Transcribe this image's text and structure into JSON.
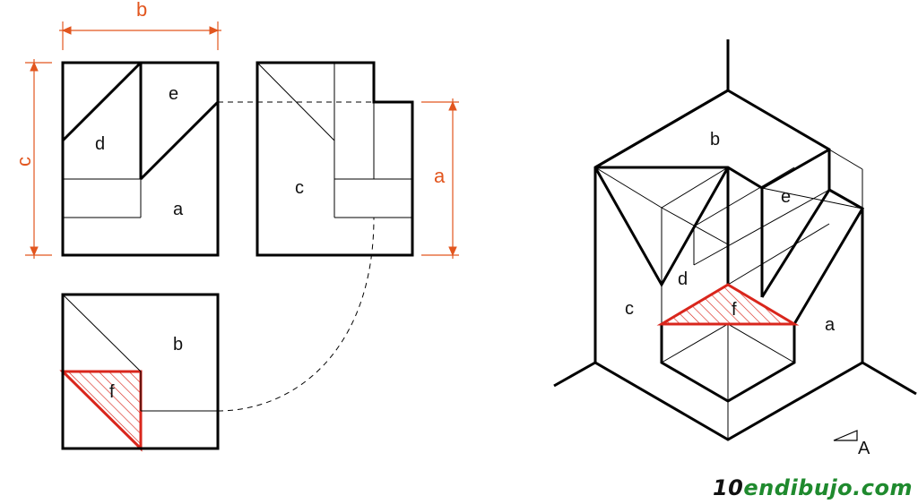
{
  "dimensions": {
    "b": "b",
    "c": "c",
    "a": "a"
  },
  "faces": {
    "front": {
      "d": "d",
      "e": "e",
      "a": "a"
    },
    "side": {
      "c": "c"
    },
    "top": {
      "b": "b",
      "f": "f"
    },
    "isometric": {
      "b": "b",
      "e": "e",
      "d": "d",
      "c": "c",
      "f": "f",
      "a": "a"
    }
  },
  "view_marker": "A",
  "logo": {
    "num": "10",
    "mid": "en",
    "accent": "dibujo",
    "tail": ".com"
  },
  "colors": {
    "dimension": "#e2561f",
    "section": "#d9261c",
    "logo_accent": "#1f8a2e"
  }
}
